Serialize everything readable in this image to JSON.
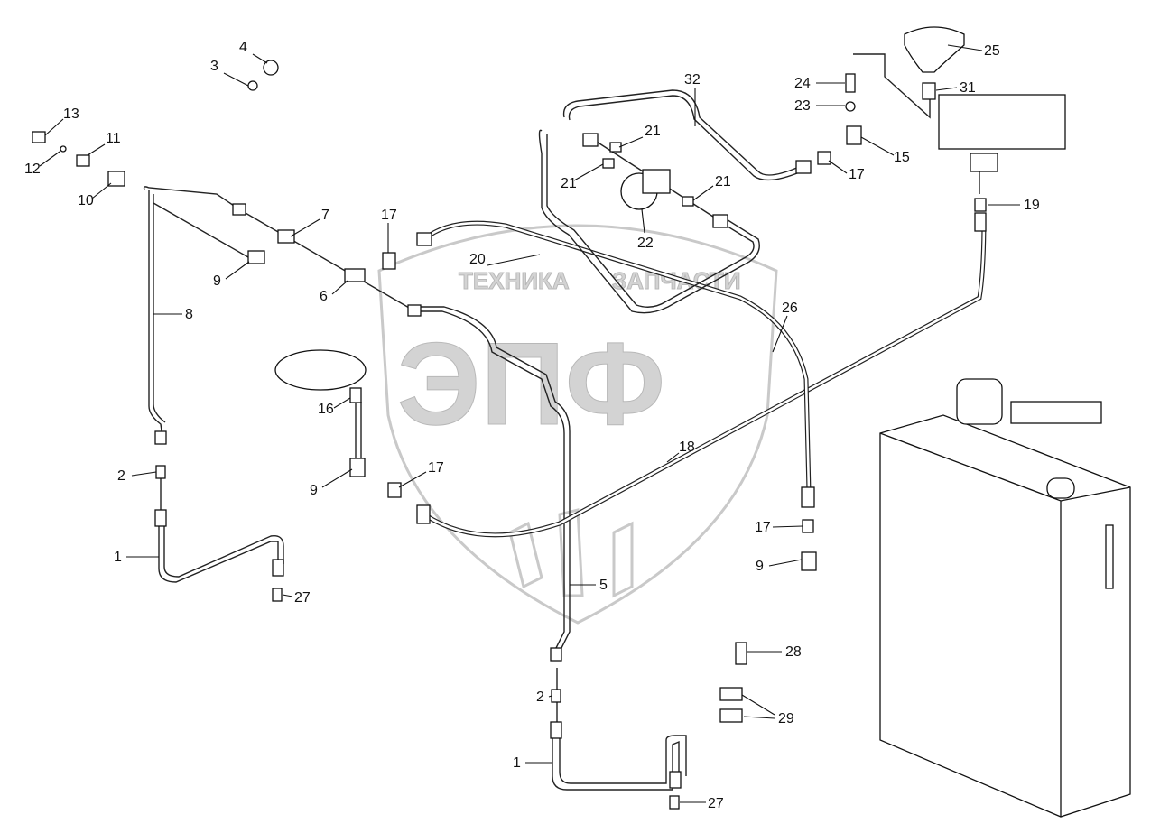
{
  "watermark": {
    "left_text": "ТЕХНИКА",
    "right_text": "ЗАПЧАСТИ",
    "logo_text": "ЭПФ",
    "color": "#c9c9c9"
  },
  "callouts": [
    "1",
    "1",
    "2",
    "2",
    "3",
    "4",
    "5",
    "6",
    "7",
    "8",
    "9",
    "9",
    "9",
    "10",
    "11",
    "12",
    "13",
    "15",
    "16",
    "17",
    "17",
    "17",
    "17",
    "18",
    "19",
    "20",
    "21",
    "21",
    "21",
    "22",
    "23",
    "24",
    "25",
    "26",
    "27",
    "27",
    "28",
    "29",
    "31",
    "32"
  ]
}
